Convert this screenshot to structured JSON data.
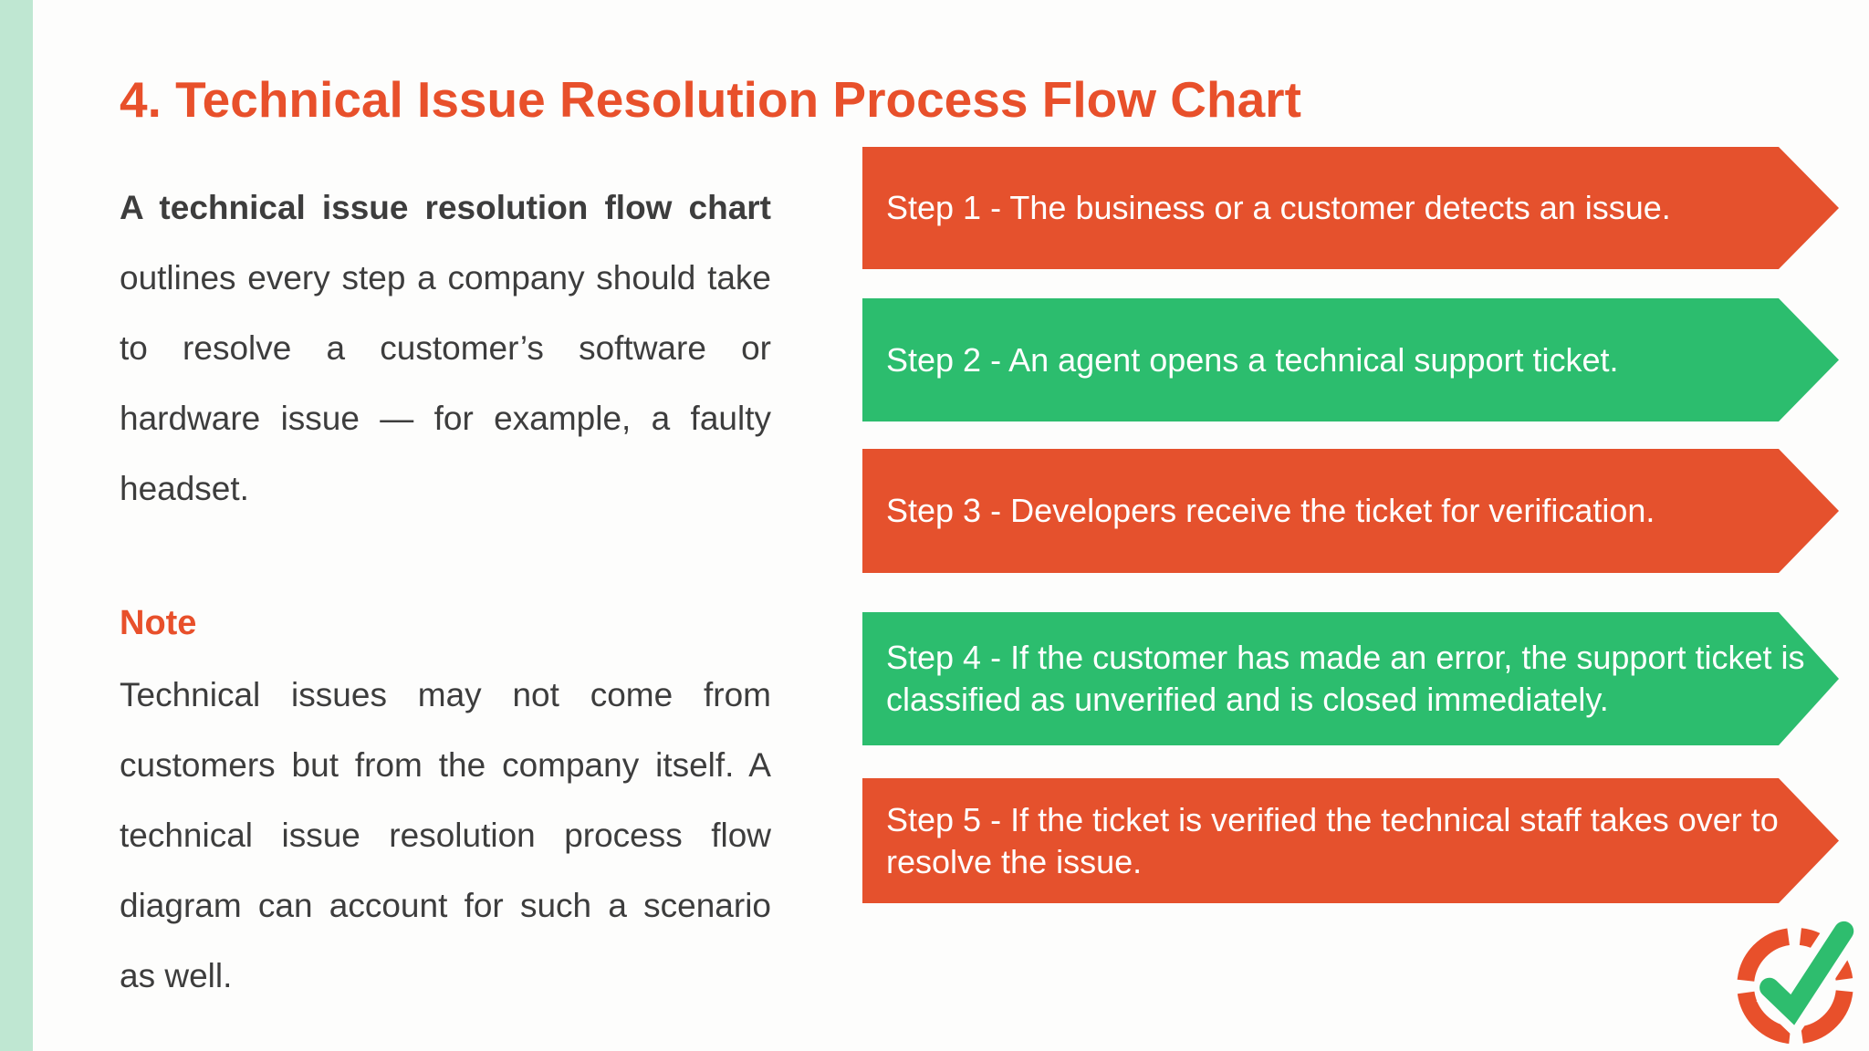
{
  "page": {
    "title": "4. Technical Issue Resolution Process Flow Chart",
    "background_color": "#fdfdfc",
    "accent_color": "#e8502b",
    "sidebar_color": "#bfe7d2",
    "body_text_color": "#3d3d3d"
  },
  "intro_paragraph": {
    "bold_lead": "A technical issue resolution flow chart",
    "rest": " outlines every step a company should take to resolve a customer’s software or hardware issue — for example, a faulty headset."
  },
  "note": {
    "heading": "Note",
    "body": "Technical issues may not come from customers but from the company itself. A technical issue resolution process flow diagram can account for such a scenario as well."
  },
  "flow_steps": [
    {
      "label": "Step 1 - The business or a customer detects an issue.",
      "color": "#e5512d"
    },
    {
      "label": "Step 2 - An agent opens a technical support ticket.",
      "color": "#2cbd6e"
    },
    {
      "label": "Step 3 - Developers receive the ticket for verification.",
      "color": "#e5512d"
    },
    {
      "label": "Step 4 - If the customer has made an error, the support ticket is classified as unverified and is closed immediately.",
      "color": "#2cbd6e"
    },
    {
      "label": "Step 5 - If the ticket is verified the technical staff takes over to resolve the issue.",
      "color": "#e5512d"
    }
  ],
  "logo": {
    "name": "dashed-circle-checkmark-logo",
    "ring_color": "#e8502b",
    "check_color": "#2ebd6e"
  }
}
